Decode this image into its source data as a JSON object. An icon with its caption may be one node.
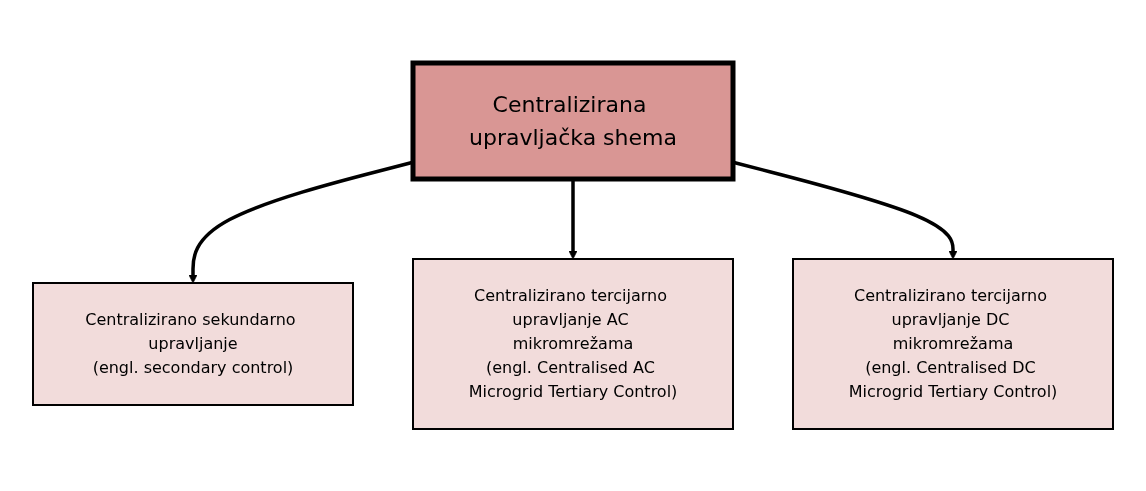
{
  "diagram": {
    "nodes": [
      {
        "text": [
          "Centralizirana upravljačka shema"
        ]
      },
      {
        "text": [
          "Centralizirano sekundarno upravljanje",
          "(engl. secondary control)"
        ]
      },
      {
        "text": [
          "Centralizirano tercijarno upravljanje AC mikromrežama",
          "(engl. Centralised AC Microgrid Tertiary Control)"
        ]
      },
      {
        "text": [
          "Centralizirano tercijarno upravljanje DC mikromrežama",
          "(engl. Centralised DC Microgrid Tertiary Control)"
        ]
      }
    ],
    "edges": [
      {
        "from": 0,
        "to": 1,
        "arrow": "to"
      },
      {
        "from": 0,
        "to": 2,
        "arrow": "to"
      },
      {
        "from": 0,
        "to": 3,
        "arrow": "to"
      }
    ]
  }
}
